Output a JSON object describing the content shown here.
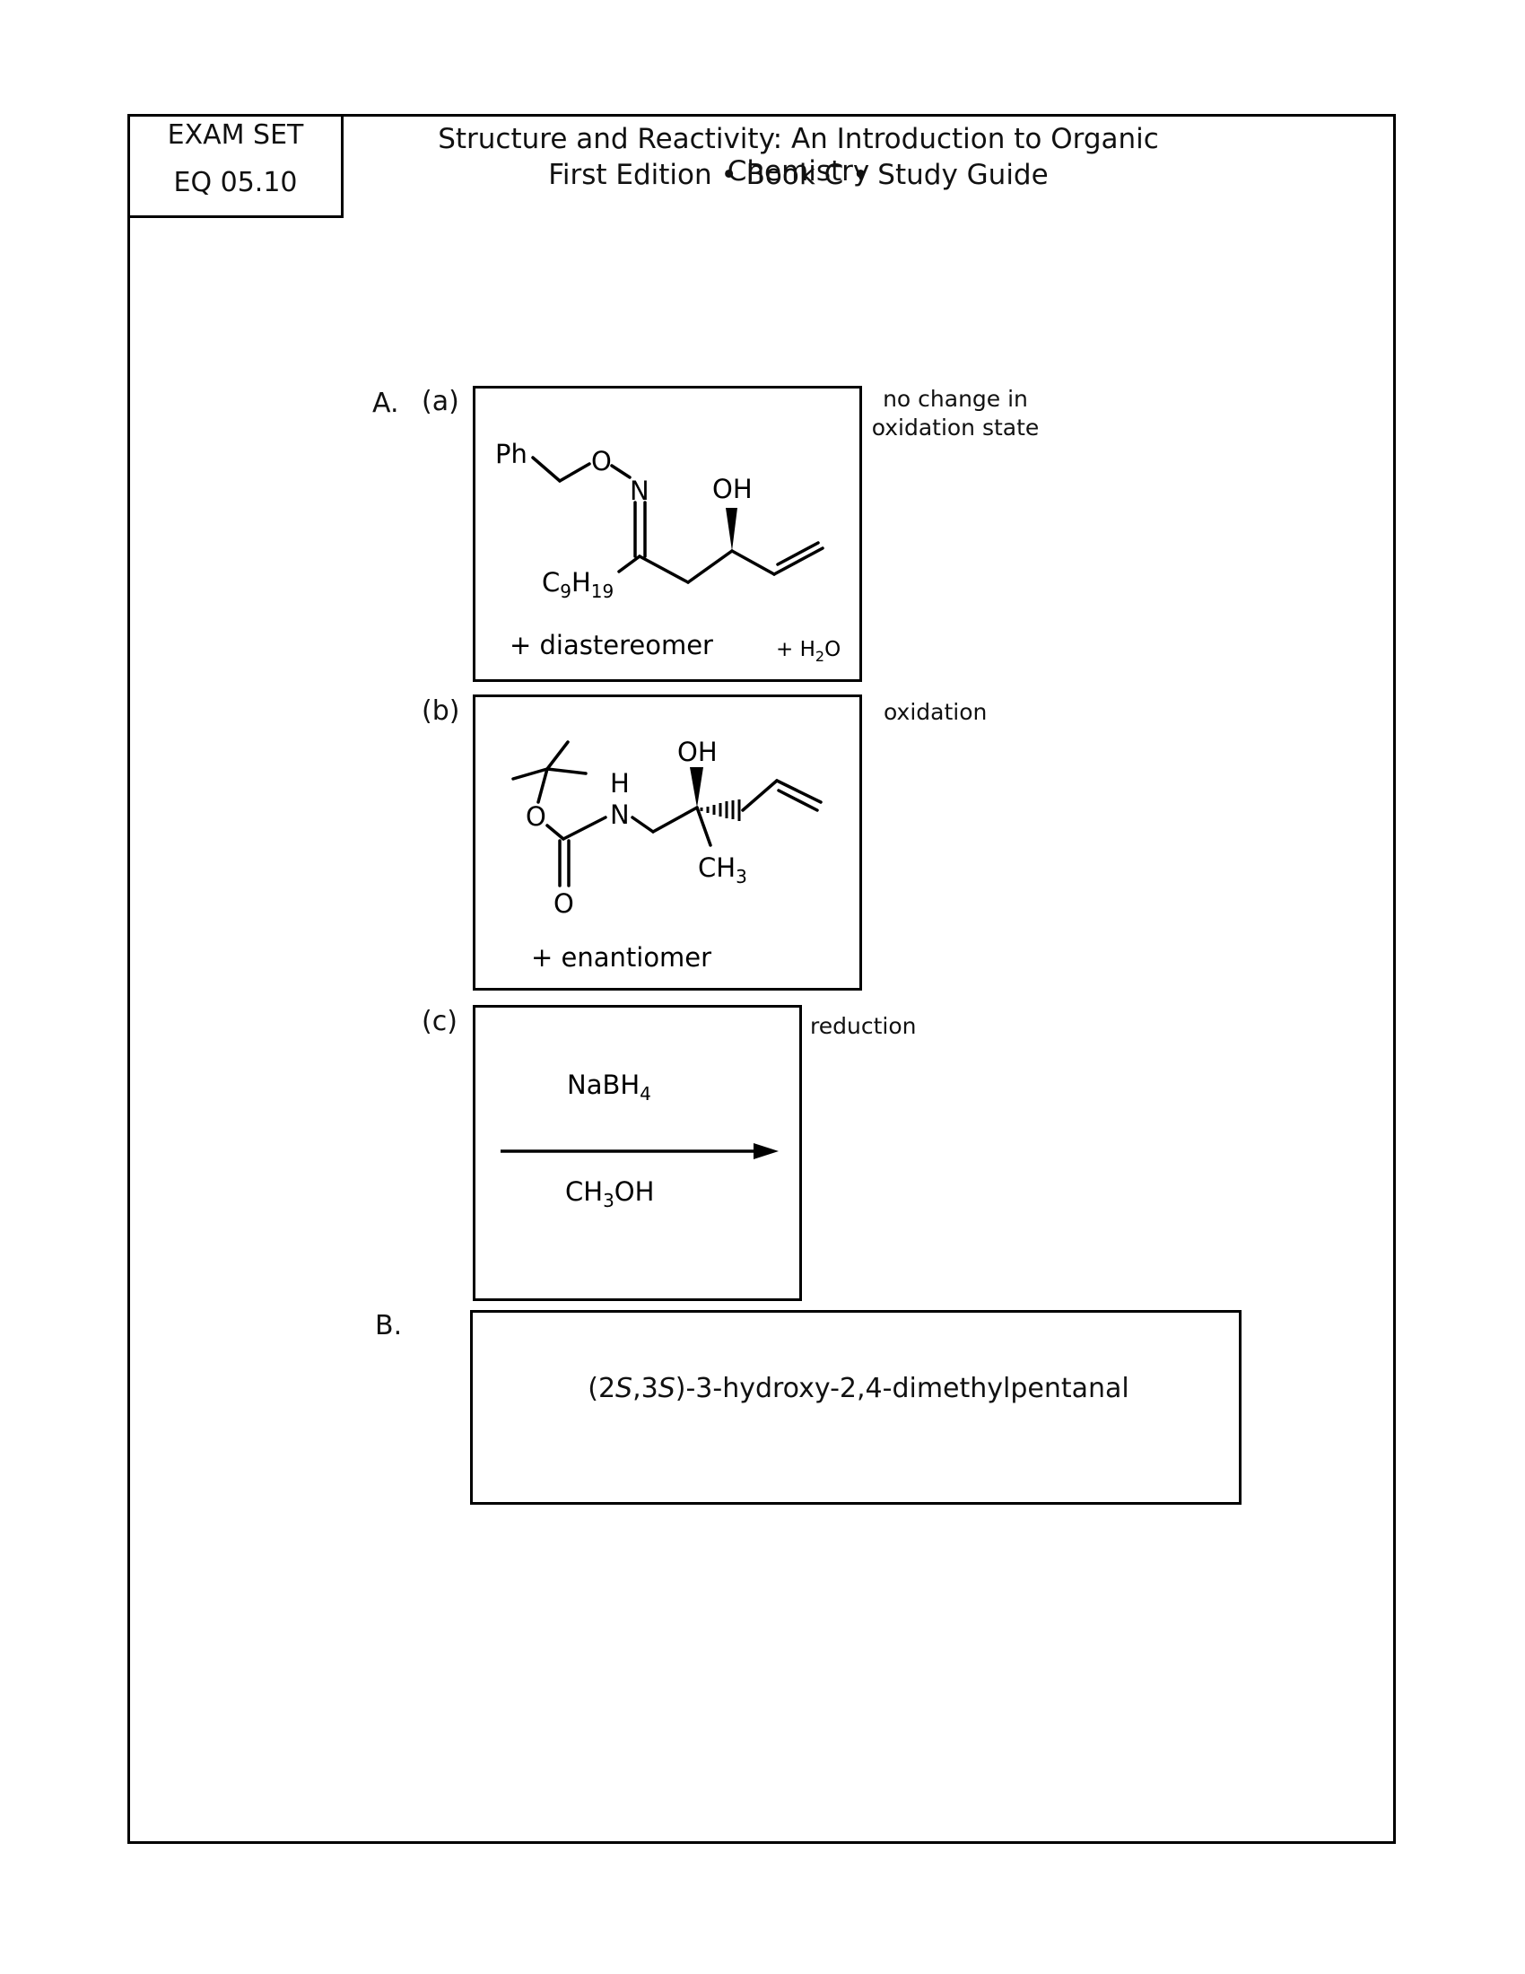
{
  "exam_tag": {
    "line1": "EXAM SET",
    "line2": "EQ 05.10"
  },
  "header": {
    "title": "Structure and Reactivity: An Introduction to Organic Chemistry",
    "subtitle": "First Edition • Book C • Study Guide"
  },
  "section_a": {
    "label": "A.",
    "part_a": {
      "label": "(a)",
      "note_line1": "no change in",
      "note_line2": "oxidation state",
      "atoms": {
        "ph": "Ph",
        "o": "O",
        "n": "N",
        "oh": "OH",
        "c": "C",
        "c_sub": "9",
        "h": "H",
        "h_sub": "19"
      },
      "caption": "+ diastereomer",
      "water": {
        "prefix": "+ H",
        "sub": "2",
        "suffix": "O"
      }
    },
    "part_b": {
      "label": "(b)",
      "note": "oxidation",
      "atoms": {
        "h": "H",
        "n": "N",
        "o_ester": "O",
        "o_carbonyl": "O",
        "oh": "OH",
        "ch": "CH",
        "ch_sub": "3"
      },
      "caption": "+ enantiomer"
    },
    "part_c": {
      "label": "(c)",
      "note": "reduction",
      "reagent_top": {
        "main": "NaBH",
        "sub": "4"
      },
      "reagent_bottom": {
        "pre": "CH",
        "sub": "3",
        "post": "OH"
      }
    }
  },
  "section_b": {
    "label": "B.",
    "name": {
      "pre": "(2",
      "s1": "S",
      "mid": ",3",
      "s2": "S",
      "post": ")-3-hydroxy-2,4-dimethylpentanal"
    }
  }
}
